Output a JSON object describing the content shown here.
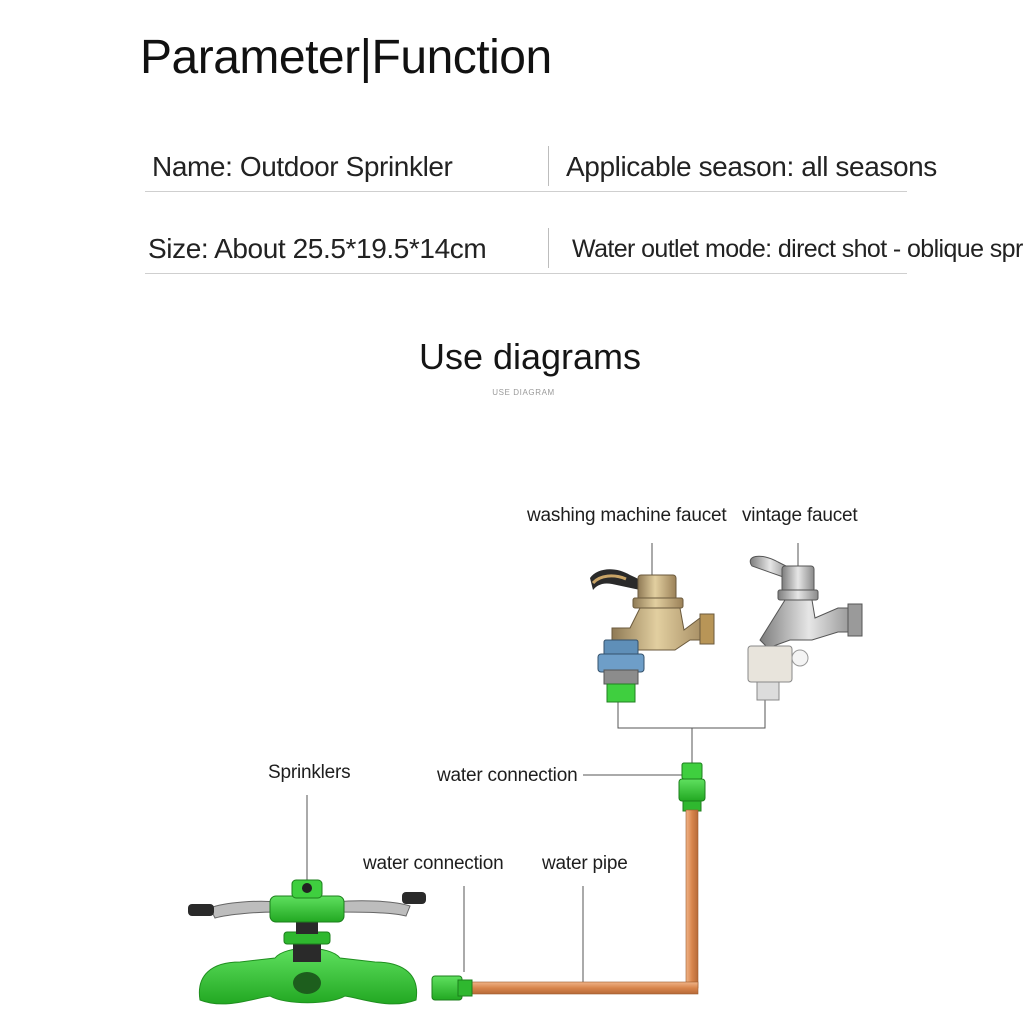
{
  "header": {
    "title": "Parameter|Function"
  },
  "parameters": {
    "name": "Name: Outdoor Sprinkler",
    "season": "Applicable season: all seasons",
    "size": "Size: About 25.5*19.5*14cm",
    "outlet": "Water outlet mode: direct shot - oblique spray"
  },
  "diagram": {
    "title": "Use diagrams",
    "subtitle": "USE DIAGRAM",
    "labels": {
      "washing_machine_faucet": "washing machine faucet",
      "vintage_faucet": "vintage faucet",
      "sprinklers": "Sprinklers",
      "water_connection_top": "water connection",
      "water_connection_bottom": "water connection",
      "water_pipe": "water pipe"
    }
  },
  "colors": {
    "sprinkler_green": "#33cc33",
    "pipe_orange": "#e0905a",
    "brass": "#c9a466",
    "chrome": "#a8a8a8",
    "adapter_blue": "#5f8fb8"
  }
}
